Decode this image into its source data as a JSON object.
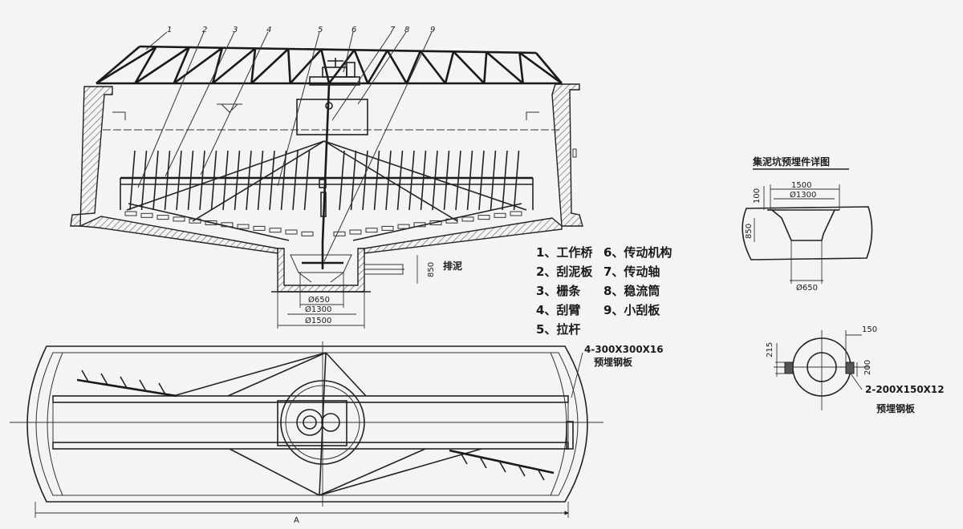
{
  "callout_numbers": [
    "1",
    "2",
    "3",
    "4",
    "5",
    "6",
    "7",
    "8",
    "9"
  ],
  "legend": [
    {
      "text": "1、工作桥"
    },
    {
      "text": "2、刮泥板"
    },
    {
      "text": "3、栅条"
    },
    {
      "text": "4、刮臂"
    },
    {
      "text": "5、拉杆"
    },
    {
      "text": "6、传动机构"
    },
    {
      "text": "7、传动轴"
    },
    {
      "text": "8、稳流筒"
    },
    {
      "text": "9、小刮板"
    }
  ],
  "section": {
    "dim_850": "850",
    "discharge_label": "排泥",
    "dim_d650": "Ø650",
    "dim_d1300": "Ø1300",
    "dim_d1500": "Ø1500"
  },
  "plan": {
    "plate_label_1": "4-300X300X16",
    "plate_label_2": "预埋钢板",
    "dim_A": "A"
  },
  "detail": {
    "title": "集泥坑预埋件详图",
    "dim_100": "100",
    "dim_1500": "1500",
    "dim_d1300": "Ø1300",
    "dim_850": "850",
    "dim_d650": "Ø650",
    "dim_215": "215",
    "dim_150": "150",
    "dim_200": "200",
    "plate_label_1": "2-200X150X12",
    "plate_label_2": "预埋钢板"
  }
}
